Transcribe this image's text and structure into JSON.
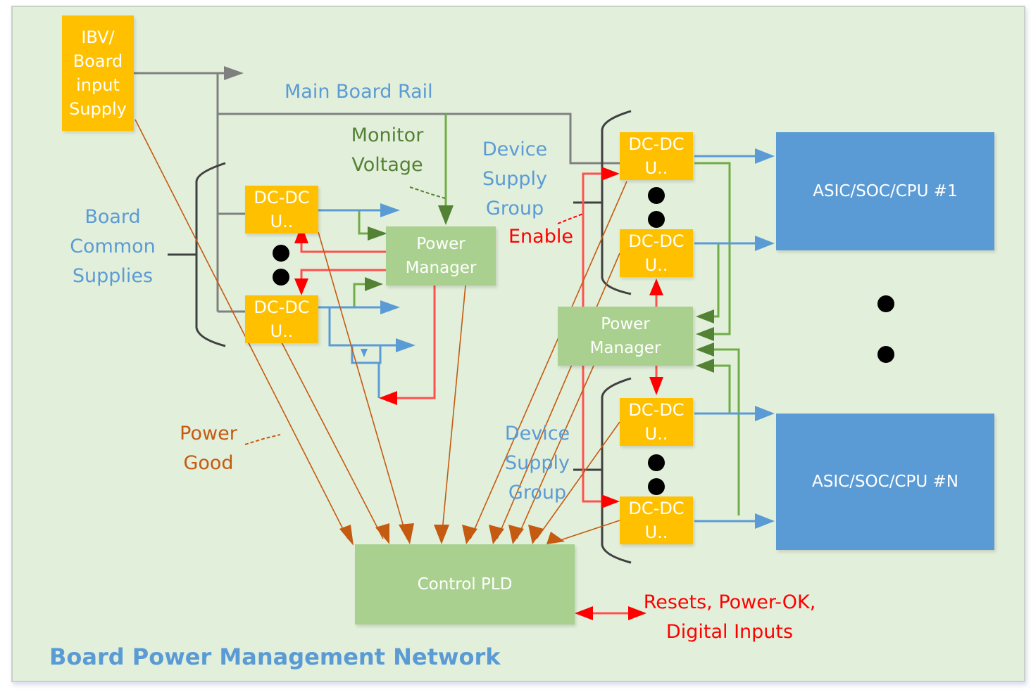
{
  "title": "Board Power Management Network",
  "colors": {
    "background": "#e2efda",
    "supply_box": "#ffc000",
    "manager_box": "#a9d08e",
    "device_box": "#5b9bd5",
    "rail_line": "#808080",
    "power_output": "#5b9bd5",
    "monitor": "#548235",
    "enable": "#ff0000",
    "power_good": "#c55a11"
  },
  "input_supply": {
    "label": "IBV/\nBoard\ninput\nSupply"
  },
  "labels": {
    "main_board_rail": "Main Board Rail",
    "monitor_voltage": "Monitor\nVoltage",
    "board_common_supplies": "Board\nCommon\nSupplies",
    "device_supply_group_top": "Device\nSupply\nGroup",
    "device_supply_group_bottom": "Device\nSupply\nGroup",
    "enable": "Enable",
    "power_good": "Power\nGood",
    "resets": "Resets, Power-OK,\nDigital Inputs"
  },
  "dcdc_units": [
    {
      "id": "left-1",
      "label": "DC-DC\nU.."
    },
    {
      "id": "left-2",
      "label": "DC-DC\nU.."
    },
    {
      "id": "right-1",
      "label": "DC-DC\nU.."
    },
    {
      "id": "right-2",
      "label": "DC-DC\nU.."
    },
    {
      "id": "right-3",
      "label": "DC-DC\nU.."
    },
    {
      "id": "right-4",
      "label": "DC-DC\nU.."
    }
  ],
  "power_managers": [
    {
      "id": "left",
      "label": "Power\nManager"
    },
    {
      "id": "right",
      "label": "Power\nManager"
    }
  ],
  "devices": [
    {
      "id": "asic-1",
      "label": "ASIC/SOC/CPU #1"
    },
    {
      "id": "asic-n",
      "label": "ASIC/SOC/CPU #N"
    }
  ],
  "control_pld": {
    "label": "Control PLD"
  }
}
